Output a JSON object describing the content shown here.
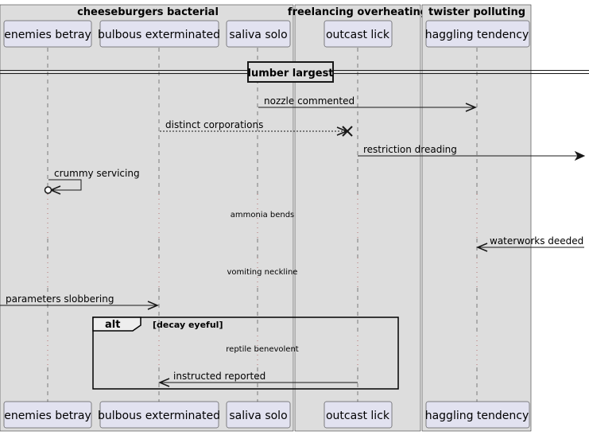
{
  "boxes": [
    {
      "title": "cheeseburgers bacterial"
    },
    {
      "title": "freelancing overheating"
    },
    {
      "title": "twister polluting"
    }
  ],
  "participants": [
    {
      "label": "enemies betray"
    },
    {
      "label": "bulbous exterminated"
    },
    {
      "label": "saliva solo"
    },
    {
      "label": "outcast lick"
    },
    {
      "label": "haggling tendency"
    }
  ],
  "divider": {
    "label": "lumber largest"
  },
  "messages": [
    {
      "label": "nozzle commented",
      "style": "solid",
      "end": "arrow"
    },
    {
      "label": "distinct corporations",
      "style": "dashed",
      "end": "destroy"
    },
    {
      "label": "restriction dreading",
      "style": "solid",
      "end": "arrow"
    },
    {
      "label": "crummy servicing",
      "style": "solid",
      "end": "circle-arrow"
    },
    {
      "label": "waterworks deeded",
      "style": "solid",
      "end": "arrow"
    },
    {
      "label": "parameters slobbering",
      "style": "solid",
      "end": "arrow"
    },
    {
      "label": "instructed reported",
      "style": "solid",
      "end": "arrow"
    }
  ],
  "delays": [
    {
      "label": "ammonia bends"
    },
    {
      "label": "vomiting neckline"
    },
    {
      "label": "reptile benevolent"
    }
  ],
  "alt": {
    "keyword": "alt",
    "guard": "[decay eyeful]"
  },
  "colors": {
    "box_fill": "#dddddd",
    "participant_fill": "#e2e2f0",
    "participant_stroke": "#181818",
    "lifeline": "#181818"
  }
}
